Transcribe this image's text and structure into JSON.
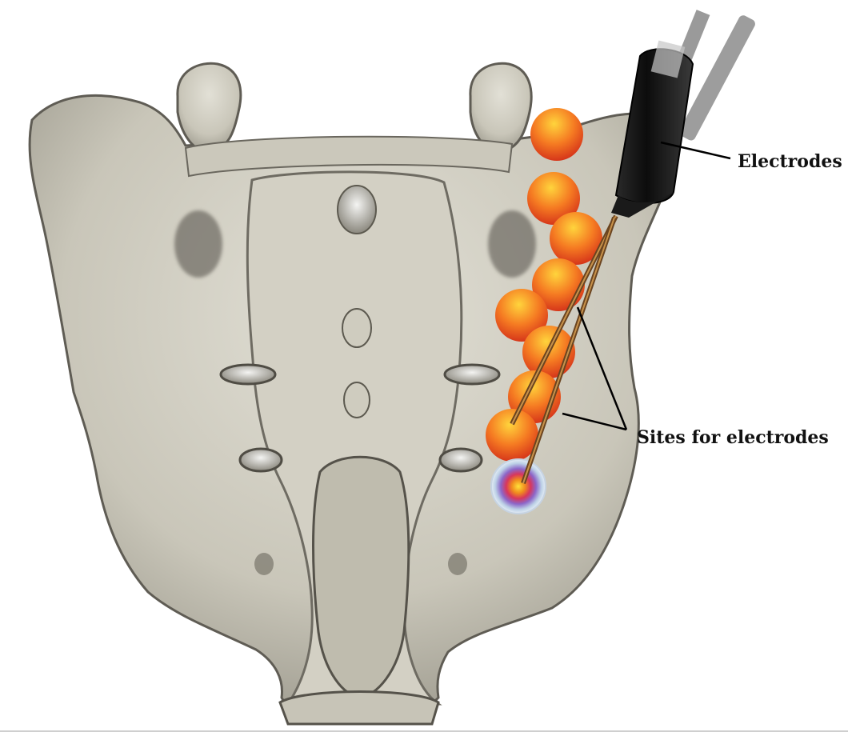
{
  "labels": {
    "electrodes": "Electrodes",
    "sites": "Sites for electrodes"
  },
  "colors": {
    "bone_light": "#d9d7cc",
    "bone_mid": "#b9b6aa",
    "bone_shadow": "#6e6b62",
    "site_outer": "#ee5a1e",
    "site_inner": "#ffd23c",
    "probe_body": "#141414",
    "electrode_wire": "#8a5a2a",
    "leader_line": "#000000"
  },
  "icons": {
    "bone": "sacrum-illustration",
    "probe": "electrode-probe",
    "site": "stimulation-site-sphere",
    "target": "active-site-target"
  },
  "diagram": {
    "site_count": 9
  }
}
